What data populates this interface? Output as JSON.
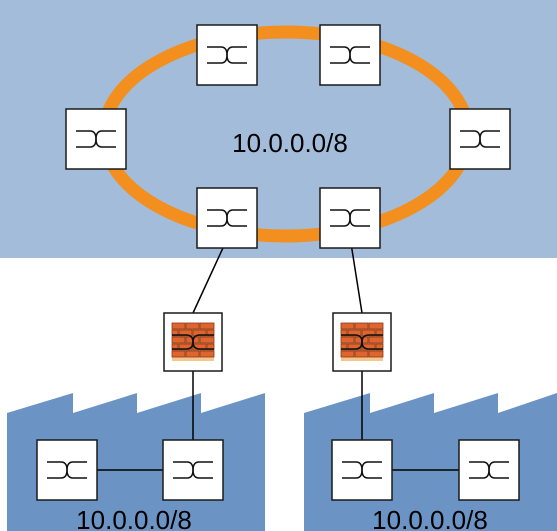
{
  "networks": {
    "backbone": {
      "subnet": "10.0.0.0/8"
    },
    "site_left": {
      "subnet": "10.0.0.0/8"
    },
    "site_right": {
      "subnet": "10.0.0.0/8"
    }
  },
  "icons": {
    "switch": "switch-icon",
    "firewall": "firewall-brick-icon"
  },
  "colors": {
    "backbone_bg": "#a3bcd9",
    "site_bg": "#6b93c4",
    "ring": "#f28f1f",
    "link": "#000000",
    "device_fill": "#ffffff",
    "device_border": "#1a1a1a",
    "brick": "#e0642d",
    "brick_light": "#f3c68c"
  }
}
